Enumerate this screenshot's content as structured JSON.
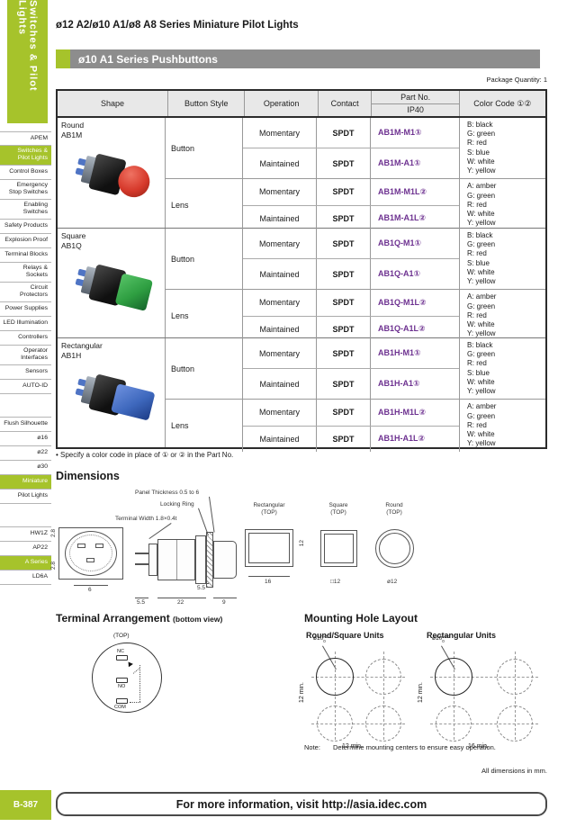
{
  "colors": {
    "accent": "#a6c32b",
    "banner": "#8d8d8d",
    "header_bg": "#e8e8e8",
    "part_number": "#6d3190",
    "cap_round": "#d6392b",
    "cap_square": "#2e9e41",
    "cap_rect": "#3e68bd"
  },
  "page": {
    "header_title": "ø12 A2/ø10 A1/ø8 A8 Series Miniature Pilot Lights",
    "banner_title": "ø10 A1 Series Pushbuttons",
    "package_quantity": "Package Quantity: 1",
    "footnote": "• Specify a color code in place of ① or ② in the Part No.",
    "all_dims": "All dimensions in mm.",
    "page_number": "B-387",
    "footer_text": "For more information, visit http://asia.idec.com"
  },
  "sidebar": {
    "spine": "Switches & Pilot Lights",
    "items": [
      {
        "label": "APEM"
      },
      {
        "label": "Switches &\nPilot Lights"
      },
      {
        "label": "Control Boxes"
      },
      {
        "label": "Emergency\nStop Switches"
      },
      {
        "label": "Enabling\nSwitches"
      },
      {
        "label": "Safety Products"
      },
      {
        "label": "Explosion Proof"
      },
      {
        "label": "Terminal Blocks"
      },
      {
        "label": "Relays & Sockets"
      },
      {
        "label": "Circuit\nProtectors"
      },
      {
        "label": "Power Supplies"
      },
      {
        "label": "LED Illumination"
      },
      {
        "label": "Controllers"
      },
      {
        "label": "Operator\nInterfaces"
      },
      {
        "label": "Sensors"
      },
      {
        "label": "AUTO-ID"
      },
      {
        "label": "Flush Silhouette"
      },
      {
        "label": "ø16"
      },
      {
        "label": "ø22"
      },
      {
        "label": "ø30"
      },
      {
        "label": "Miniature"
      },
      {
        "label": "Pilot Lights"
      },
      {
        "label": "HW1Z"
      },
      {
        "label": "AP22"
      },
      {
        "label": "A Series"
      },
      {
        "label": "LD6A"
      }
    ]
  },
  "table": {
    "headers": {
      "shape": "Shape",
      "button_style": "Button Style",
      "operation": "Operation",
      "contact": "Contact",
      "part_no": "Part No.",
      "ip_rating": "IP40",
      "color_code": "Color Code ①②"
    },
    "blocks": [
      {
        "shape_label": "Round\nAB1M",
        "groups": [
          {
            "style": "Button",
            "rows": [
              {
                "operation": "Momentary",
                "contact": "SPDT",
                "part": "AB1M-M1①"
              },
              {
                "operation": "Maintained",
                "contact": "SPDT",
                "part": "AB1M-A1①"
              }
            ],
            "colors_text": "B: black\nG: green\nR: red\nS: blue\nW: white\nY: yellow"
          },
          {
            "style": "Lens",
            "rows": [
              {
                "operation": "Momentary",
                "contact": "SPDT",
                "part": "AB1M-M1L②"
              },
              {
                "operation": "Maintained",
                "contact": "SPDT",
                "part": "AB1M-A1L②"
              }
            ],
            "colors_text": "A: amber\nG: green\nR: red\nW: white\nY: yellow"
          }
        ]
      },
      {
        "shape_label": "Square\nAB1Q",
        "groups": [
          {
            "style": "Button",
            "rows": [
              {
                "operation": "Momentary",
                "contact": "SPDT",
                "part": "AB1Q-M1①"
              },
              {
                "operation": "Maintained",
                "contact": "SPDT",
                "part": "AB1Q-A1①"
              }
            ],
            "colors_text": "B: black\nG: green\nR: red\nS: blue\nW: white\nY: yellow"
          },
          {
            "style": "Lens",
            "rows": [
              {
                "operation": "Momentary",
                "contact": "SPDT",
                "part": "AB1Q-M1L②"
              },
              {
                "operation": "Maintained",
                "contact": "SPDT",
                "part": "AB1Q-A1L②"
              }
            ],
            "colors_text": "A: amber\nG: green\nR: red\nW: white\nY: yellow"
          }
        ]
      },
      {
        "shape_label": "Rectangular\nAB1H",
        "groups": [
          {
            "style": "Button",
            "rows": [
              {
                "operation": "Momentary",
                "contact": "SPDT",
                "part": "AB1H-M1①"
              },
              {
                "operation": "Maintained",
                "contact": "SPDT",
                "part": "AB1H-A1①"
              }
            ],
            "colors_text": "B: black\nG: green\nR: red\nS: blue\nW: white\nY: yellow"
          },
          {
            "style": "Lens",
            "rows": [
              {
                "operation": "Momentary",
                "contact": "SPDT",
                "part": "AB1H-M1L②"
              },
              {
                "operation": "Maintained",
                "contact": "SPDT",
                "part": "AB1H-A1L②"
              }
            ],
            "colors_text": "A: amber\nG: green\nR: red\nW: white\nY: yellow"
          }
        ]
      }
    ]
  },
  "dimensions": {
    "title": "Dimensions",
    "panel_thickness": "Panel Thickness 0.5 to 6",
    "locking_ring": "Locking Ring",
    "terminal_width": "Terminal Width 1.8×0.4t",
    "rear_dim_top": "2.8",
    "rear_dim_bottom": "2.8",
    "rear_dim_width": "6",
    "side_dim_terminal": "5.5",
    "side_dim_body": "22",
    "side_dim_cap": "9",
    "side_dim_ring": "5.5",
    "view_rect_label": "Rectangular\n(TOP)",
    "view_rect_w": "16",
    "view_rect_h": "12",
    "view_square_label": "Square\n(TOP)",
    "view_square_size": "□12",
    "view_round_label": "Round\n(TOP)",
    "view_round_size": "ø12"
  },
  "terminal": {
    "title": "Terminal Arrangement",
    "subtitle": "(bottom view)",
    "top_label": "(TOP)",
    "t1": "NC",
    "t2": "NO",
    "t3": "COM"
  },
  "mounting": {
    "title": "Mounting Hole Layout",
    "unit1_label": "Round/Square Units",
    "unit2_label": "Rectangular Units",
    "hole": "ø10",
    "tol_top": "+0.2",
    "tol_bottom": "0",
    "unit1_v": "12 min.",
    "unit1_h": "12 min.",
    "unit2_v": "12 min.",
    "unit2_h": "16 min.",
    "note_label": "Note:",
    "note": "Determine mounting centers to ensure easy operation."
  }
}
